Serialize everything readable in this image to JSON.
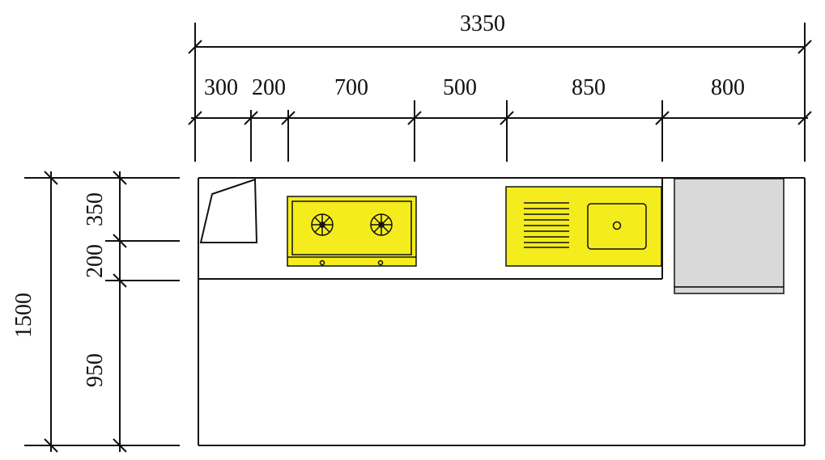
{
  "dimensions": {
    "overall_width": "3350",
    "top_segments": [
      "300",
      "200",
      "700",
      "500",
      "850",
      "800"
    ],
    "overall_depth": "1500",
    "side_segments": [
      "350",
      "200",
      "950"
    ]
  },
  "colors": {
    "appliance_fill": "#f4ec1c",
    "fridge_fill": "#d9d9d9",
    "line": "#111111",
    "background": "#ffffff"
  }
}
